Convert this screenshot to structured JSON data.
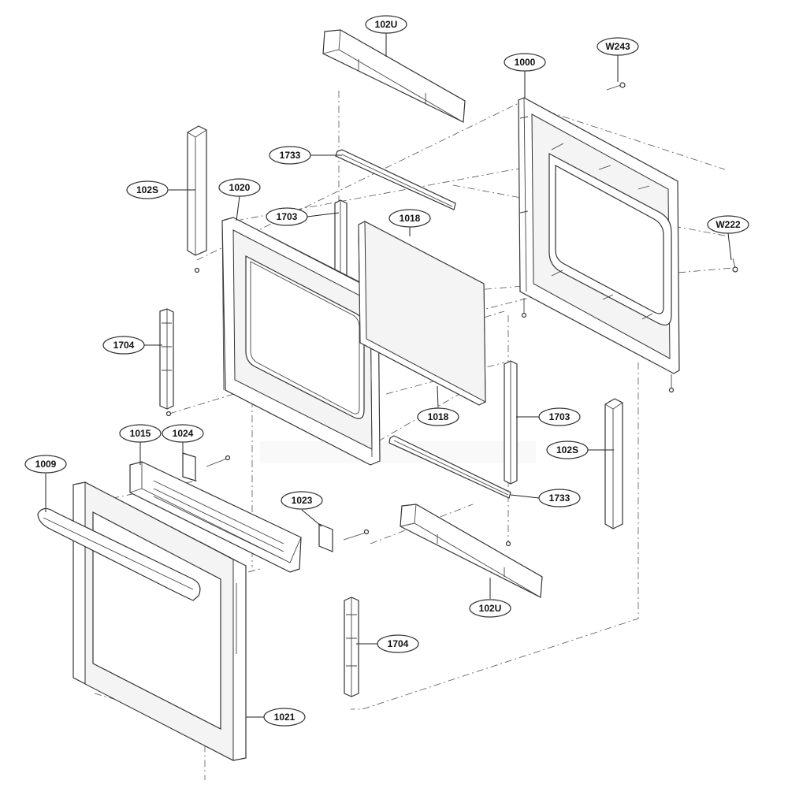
{
  "diagram": {
    "labels": {
      "l102U_top": "102U",
      "lW243": "W243",
      "l1000": "1000",
      "l1733_top": "1733",
      "l102S_left": "102S",
      "l1020": "1020",
      "l1703_top": "1703",
      "l1018_top": "1018",
      "lW222": "W222",
      "l1704_top": "1704",
      "l1018_bot": "1018",
      "l1703_bot": "1703",
      "l1015": "1015",
      "l1024": "1024",
      "l102S_right": "102S",
      "l1009": "1009",
      "l1733_bot": "1733",
      "l1023": "1023",
      "l102U_bot": "102U",
      "l1704_bot": "1704",
      "l1021": "1021"
    }
  }
}
